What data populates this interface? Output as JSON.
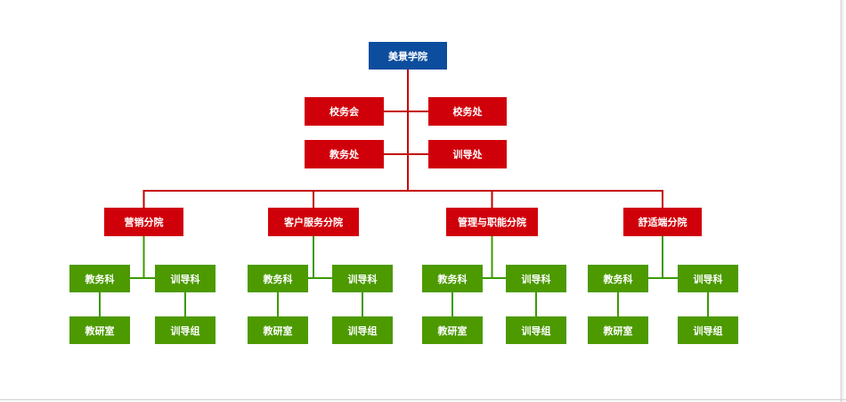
{
  "colors": {
    "root": "#0d4d9e",
    "admin": "#d0000a",
    "branch": "#d0000a",
    "dept": "#4c9a00",
    "line_red": "#c40000",
    "line_green": "#3c9a00"
  },
  "root": {
    "label": "美景学院"
  },
  "admin": [
    {
      "label": "校务会"
    },
    {
      "label": "校务处"
    },
    {
      "label": "教务处"
    },
    {
      "label": "训导处"
    }
  ],
  "branches": [
    {
      "label": "营销分院",
      "depts": [
        {
          "label": "教务科"
        },
        {
          "label": "训导科"
        },
        {
          "label": "教研室"
        },
        {
          "label": "训导组"
        }
      ]
    },
    {
      "label": "客户服务分院",
      "depts": [
        {
          "label": "教务科"
        },
        {
          "label": "训导科"
        },
        {
          "label": "教研室"
        },
        {
          "label": "训导组"
        }
      ]
    },
    {
      "label": "管理与职能分院",
      "depts": [
        {
          "label": "教务科"
        },
        {
          "label": "训导科"
        },
        {
          "label": "教研室"
        },
        {
          "label": "训导组"
        }
      ]
    },
    {
      "label": "舒适端分院",
      "depts": [
        {
          "label": "教务科"
        },
        {
          "label": "训导科"
        },
        {
          "label": "教研室"
        },
        {
          "label": "训导组"
        }
      ]
    }
  ]
}
